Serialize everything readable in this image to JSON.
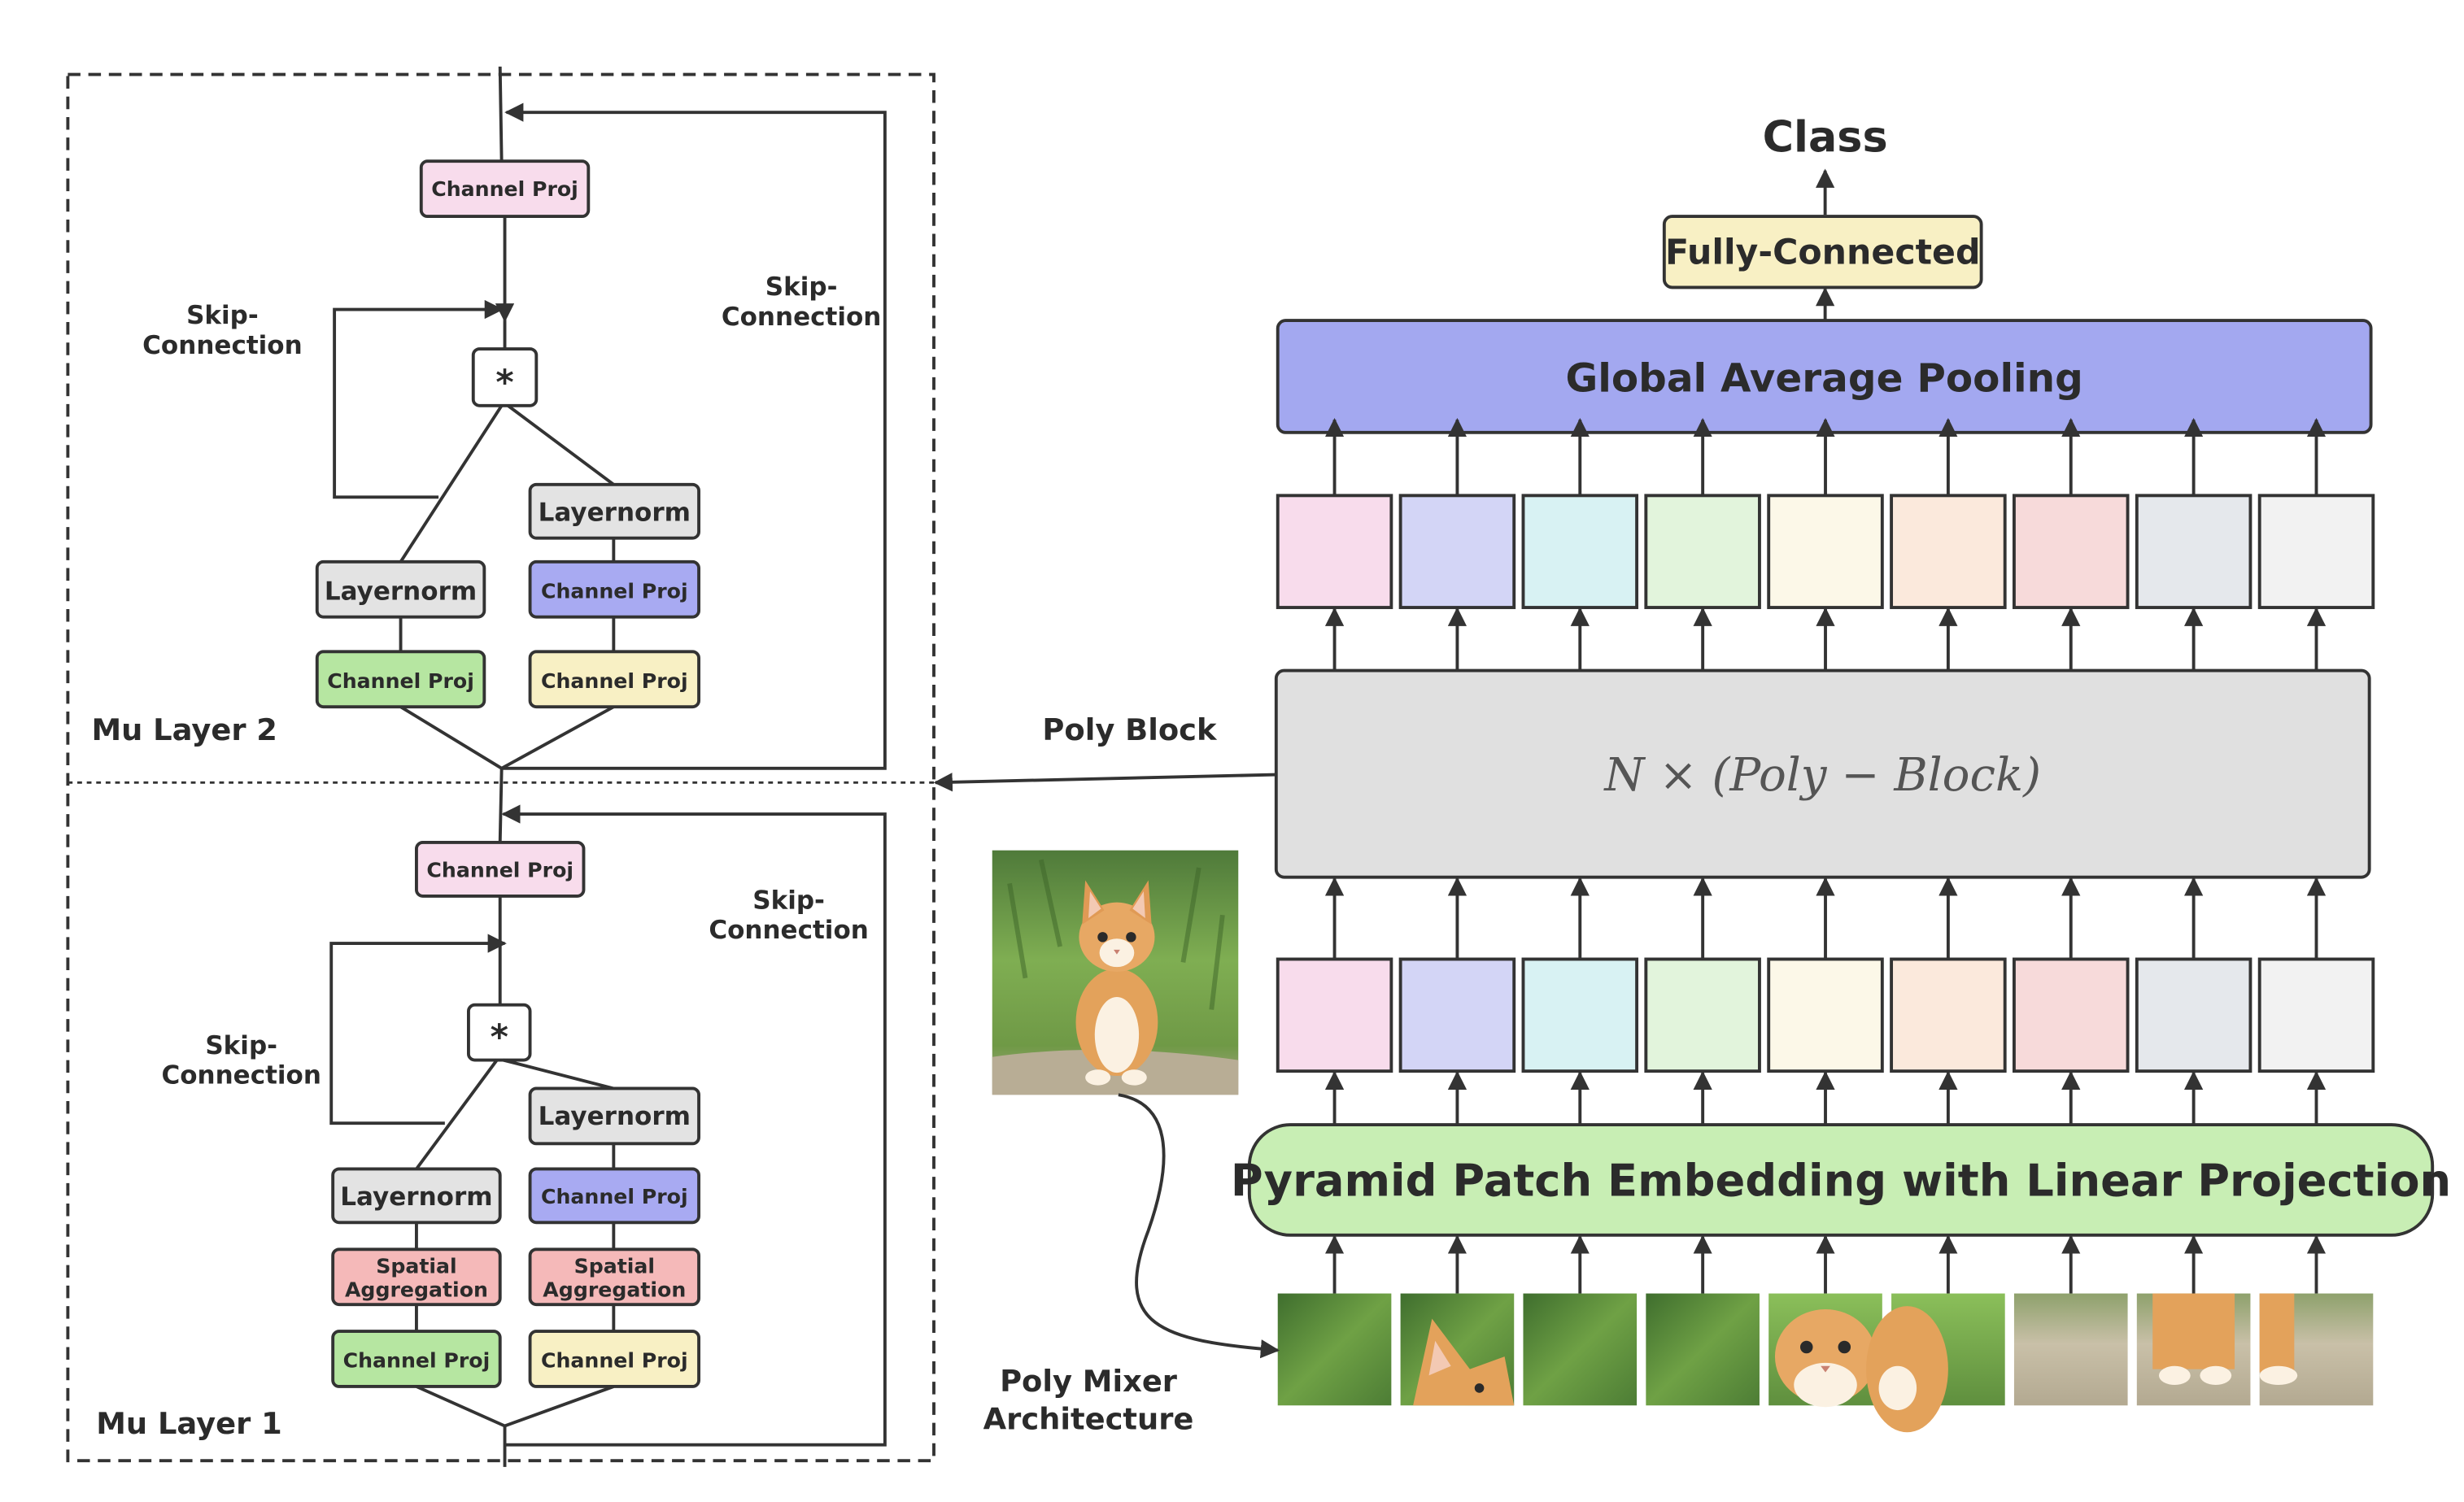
{
  "colors": {
    "stroke": "#333333",
    "pink": "#f8dcec",
    "lavender": "#d3d5f6",
    "cyan": "#d8f2f3",
    "mint": "#e2f4dc",
    "cream": "#fcf8e8",
    "peach": "#fbe9dc",
    "rose": "#f7dada",
    "slate": "#e5e8ec",
    "light_gray": "#f2f2f2",
    "gap_blue": "#a3a8f0",
    "gap_gray": "#e0e0e0",
    "yellow": "#f8f0c4",
    "green": "#b6e6a1",
    "green_bar": "#c8eeb4",
    "purple": "#a8aaf2",
    "red": "#f5b9b9"
  },
  "right_panel": {
    "class_label": "Class",
    "fully_connected": "Fully-Connected",
    "global_average_pooling": "Global Average Pooling",
    "poly_block_label": "Poly Block",
    "poly_block_formula": "N × (Poly − Block)",
    "pyramid_patch_embedding": "Pyramid Patch Embedding with Linear Projection",
    "caption_line1": "Poly Mixer",
    "caption_line2": "Architecture",
    "token_count": 9,
    "token_colors": [
      "pink",
      "lavender",
      "cyan",
      "mint",
      "cream",
      "peach",
      "rose",
      "slate",
      "light_gray"
    ],
    "input_image": "kitten-photo",
    "patch_images": [
      "grass-patch",
      "kitten-ear-patch",
      "grass-patch",
      "grass-patch",
      "kitten-face-patch",
      "kitten-side-patch",
      "ground-patch",
      "kitten-paws-patch",
      "kitten-leg-patch"
    ]
  },
  "mu_layer_2": {
    "title": "Mu Layer 2",
    "top_proj": "Channel Proj",
    "multiply": "*",
    "inner_skip_line1": "Skip-",
    "inner_skip_line2": "Connection",
    "outer_skip_line1": "Skip-",
    "outer_skip_line2": "Connection",
    "left_norm": "Layernorm",
    "left_proj": "Channel Proj",
    "right_norm": "Layernorm",
    "right_mid_proj": "Channel Proj",
    "right_proj": "Channel Proj"
  },
  "mu_layer_1": {
    "title": "Mu Layer 1",
    "top_proj": "Channel Proj",
    "multiply": "*",
    "inner_skip_line1": "Skip-",
    "inner_skip_line2": "Connection",
    "outer_skip_line1": "Skip-",
    "outer_skip_line2": "Connection",
    "left_norm": "Layernorm",
    "left_spatial_line1": "Spatial",
    "left_spatial_line2": "Aggregation",
    "left_proj": "Channel Proj",
    "right_norm": "Layernorm",
    "right_mid_proj": "Channel Proj",
    "right_spatial_line1": "Spatial",
    "right_spatial_line2": "Aggregation",
    "right_proj": "Channel Proj"
  }
}
